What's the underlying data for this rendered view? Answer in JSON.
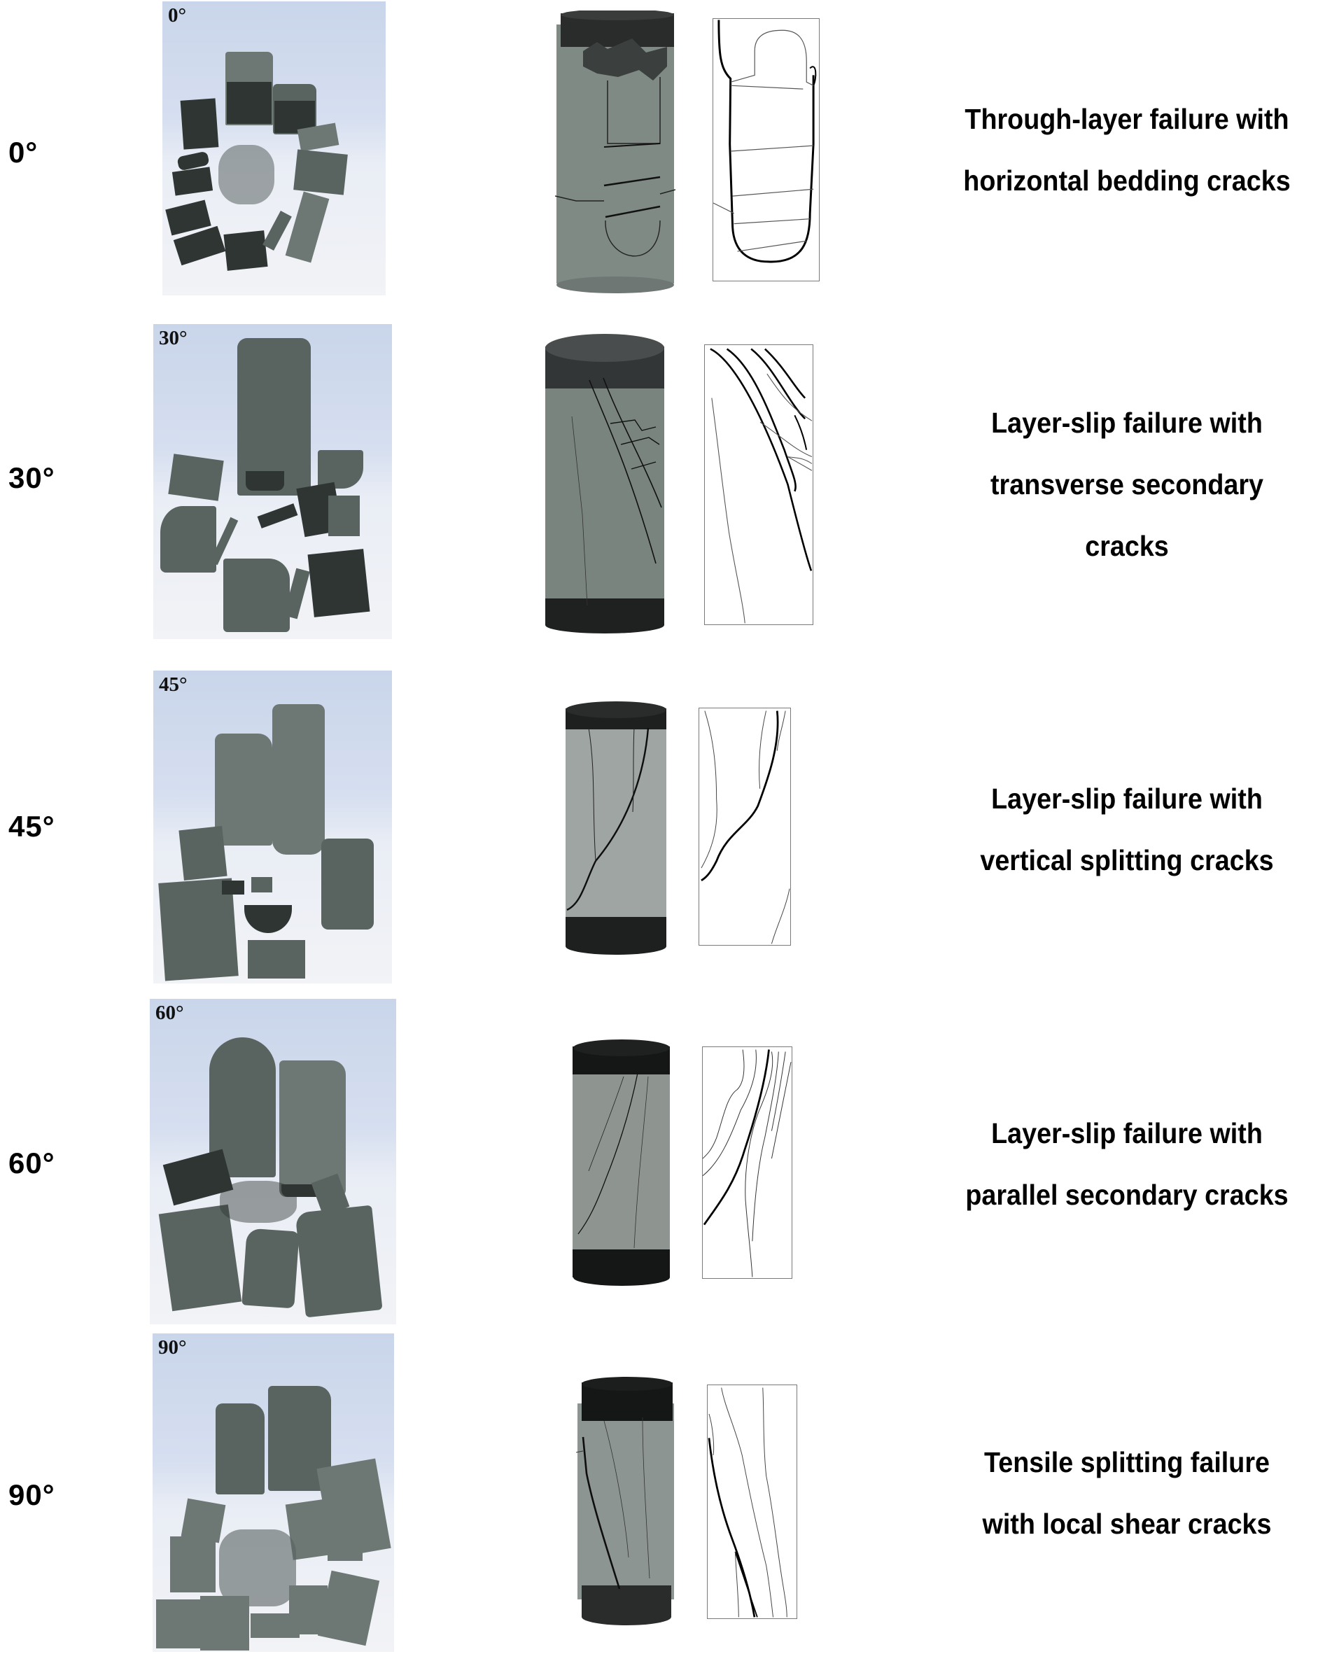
{
  "figure": {
    "rows": [
      {
        "angle": "0°",
        "photo_tag": "0°",
        "description_lines": [
          "Through-layer failure with",
          "horizontal bedding cracks"
        ]
      },
      {
        "angle": "30°",
        "photo_tag": "30°",
        "description_lines": [
          "Layer-slip failure with",
          "transverse secondary",
          "cracks"
        ]
      },
      {
        "angle": "45°",
        "photo_tag": "45°",
        "description_lines": [
          "Layer-slip failure with",
          "vertical splitting cracks"
        ]
      },
      {
        "angle": "60°",
        "photo_tag": "60°",
        "description_lines": [
          "Layer-slip failure with",
          "parallel secondary cracks"
        ]
      },
      {
        "angle": "90°",
        "photo_tag": "90°",
        "description_lines": [
          "Tensile splitting failure",
          "with local shear cracks"
        ]
      }
    ],
    "colors": {
      "rock_gray": "#4a5350",
      "rock_light": "#6d7774",
      "tape_black": "#1e1f1f",
      "cylinder_surface": "#8c9590",
      "sketch_border": "#7a7a7a",
      "photo_background": "#d0daed"
    }
  }
}
